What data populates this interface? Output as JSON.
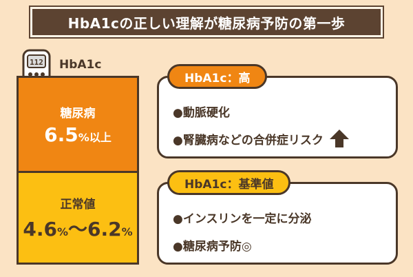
{
  "title": "HbA1cの正しい理解が糖尿病予防の第一歩",
  "meter": {
    "label": "HbA1c",
    "screen": "112"
  },
  "bar": {
    "top": {
      "category": "糖尿病",
      "value": "6.5",
      "unit": "%以上"
    },
    "bottom": {
      "category": "正常値",
      "value_low": "4.6",
      "unit1": "%",
      "tilde": "～",
      "value_high": "6.2",
      "unit2": "%"
    }
  },
  "boxes": [
    {
      "tag": "HbA1c：高",
      "items": [
        "●動脈硬化",
        "●腎臓病などの合併症リスク"
      ]
    },
    {
      "tag": "HbA1c：基準値",
      "items": [
        "●インスリンを一定に分泌",
        "●糖尿病予防◎"
      ]
    }
  ],
  "colors": {
    "background": "#fbe3c4",
    "title_bg": "#5c4331",
    "orange": "#f08613",
    "yellow": "#fcbf12",
    "brown": "#4a3728"
  },
  "icons": {
    "meter": "glucose-meter-icon",
    "arrow": "up-arrow-icon"
  }
}
